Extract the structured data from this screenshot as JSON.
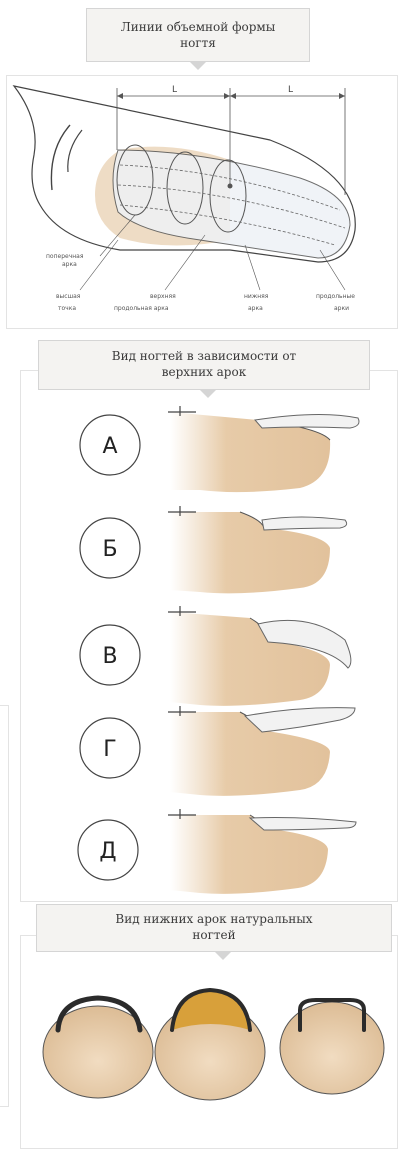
{
  "section1": {
    "title_line1": "Линии объемной формы",
    "title_line2": "ногтя",
    "dimension_label_left": "L",
    "dimension_label_right": "L",
    "labels": {
      "transverse_arch_line1": "поперечная",
      "transverse_arch_line2": "арка",
      "highest_point_line1": "высшая",
      "highest_point_line2": "точка",
      "upper_longitudinal_line1": "верхняя",
      "upper_longitudinal_line2": "продольная арка",
      "lower_arch_line1": "нижняя",
      "lower_arch_line2": "арка",
      "longitudinal_line1": "продольные",
      "longitudinal_line2": "арки"
    }
  },
  "section2": {
    "title_line1": "Вид ногтей в зависимости от",
    "title_line2": "верхних арок",
    "items": [
      "А",
      "Б",
      "В",
      "Г",
      "Д"
    ]
  },
  "section3": {
    "title_line1": "Вид нижних арок натуральных",
    "title_line2": "ногтей"
  },
  "colors": {
    "skin": "#e7cba8",
    "nail_white": "#eeeeee",
    "arch_dark": "#2b2b2b",
    "arch_gold": "#d8a03a",
    "outline": "#555555"
  }
}
